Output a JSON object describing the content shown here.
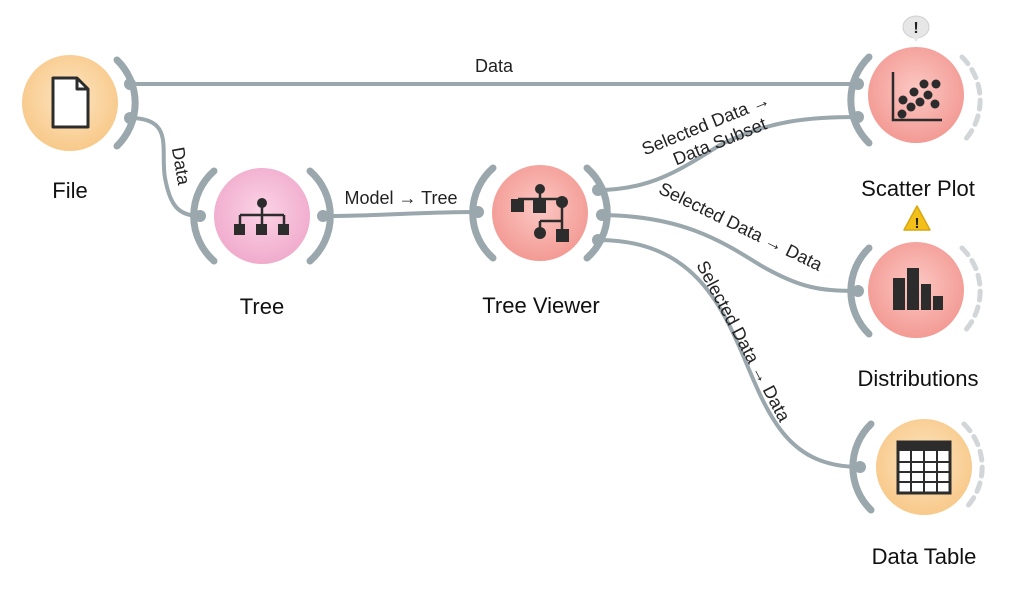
{
  "colors": {
    "connector": "#9aa7ad",
    "data_node": "#fad7a0",
    "model_node": "#f2b6d4",
    "viz_node": "#f7a9a4",
    "warning": "#f3c01a",
    "info": "#e6e6e6"
  },
  "nodes": {
    "file": {
      "label": "File",
      "icon": "file-icon"
    },
    "tree": {
      "label": "Tree",
      "icon": "tree-icon"
    },
    "tree_viewer": {
      "label": "Tree Viewer",
      "icon": "tree-viewer-icon"
    },
    "scatter_plot": {
      "label": "Scatter Plot",
      "icon": "scatter-plot-icon",
      "status": "info"
    },
    "distributions": {
      "label": "Distributions",
      "icon": "distributions-icon",
      "status": "warning"
    },
    "data_table": {
      "label": "Data Table",
      "icon": "data-table-icon"
    }
  },
  "links": {
    "file_scatter": "Data",
    "file_tree": "Data",
    "tree_viewer": "Model → Tree",
    "viewer_scatter_1": "Selected Data →",
    "viewer_scatter_2": "Data Subset",
    "viewer_distributions": "Selected Data → Data",
    "viewer_table": "Selected Data → Data"
  },
  "status_icons": {
    "info": "!",
    "warning": "!"
  }
}
